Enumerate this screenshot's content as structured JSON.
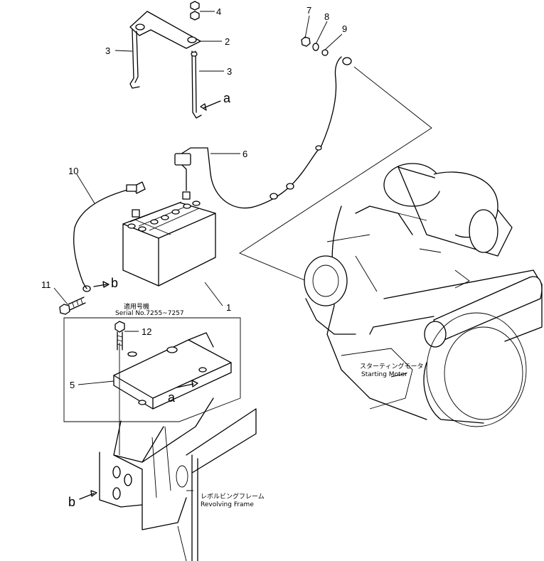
{
  "part_numbers": {
    "p1": "1",
    "p2": "2",
    "p3a": "3",
    "p3b": "3",
    "p4": "4",
    "p5": "5",
    "p6": "6",
    "p7": "7",
    "p8": "8",
    "p9": "9",
    "p10": "10",
    "p11": "11",
    "p12": "12"
  },
  "view_refs": {
    "a_top": "a",
    "a_bottom": "a",
    "b_left": "b",
    "b_bottom": "b"
  },
  "serial_box": {
    "jp": "適用号機",
    "en": "Serial No.7255~7257"
  },
  "starting_motor": {
    "jp": "スターティングモータ",
    "en": "Starting Motor"
  },
  "revolving_frame": {
    "jp": "レボルビングフレーム",
    "en": "Revolving Frame"
  }
}
